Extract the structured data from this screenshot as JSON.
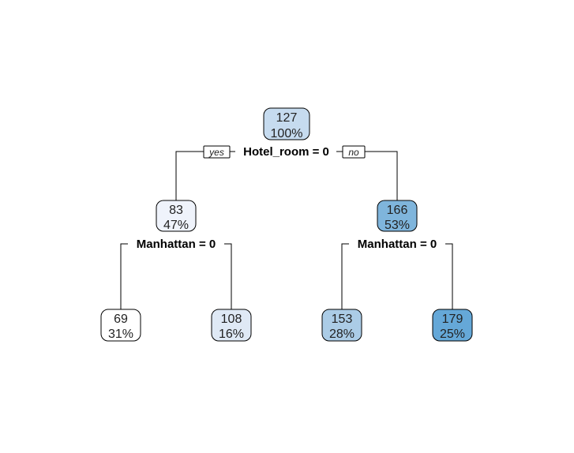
{
  "tree": {
    "branch_labels": {
      "yes": "yes",
      "no": "no"
    },
    "splits": [
      {
        "id": "root",
        "label": "Hotel_room = 0"
      },
      {
        "id": "left",
        "label": "Manhattan = 0"
      },
      {
        "id": "right",
        "label": "Manhattan = 0"
      }
    ],
    "nodes": [
      {
        "id": "n1",
        "value": "127",
        "percent": "100%",
        "fill": "#c6dbef"
      },
      {
        "id": "n2",
        "value": "83",
        "percent": "47%",
        "fill": "#eff3fb"
      },
      {
        "id": "n3",
        "value": "166",
        "percent": "53%",
        "fill": "#7fb5dc"
      },
      {
        "id": "n4",
        "value": "69",
        "percent": "31%",
        "fill": "#ffffff"
      },
      {
        "id": "n5",
        "value": "108",
        "percent": "16%",
        "fill": "#dfe9f5"
      },
      {
        "id": "n6",
        "value": "153",
        "percent": "28%",
        "fill": "#abcce6"
      },
      {
        "id": "n7",
        "value": "179",
        "percent": "25%",
        "fill": "#65a8d8"
      }
    ]
  }
}
